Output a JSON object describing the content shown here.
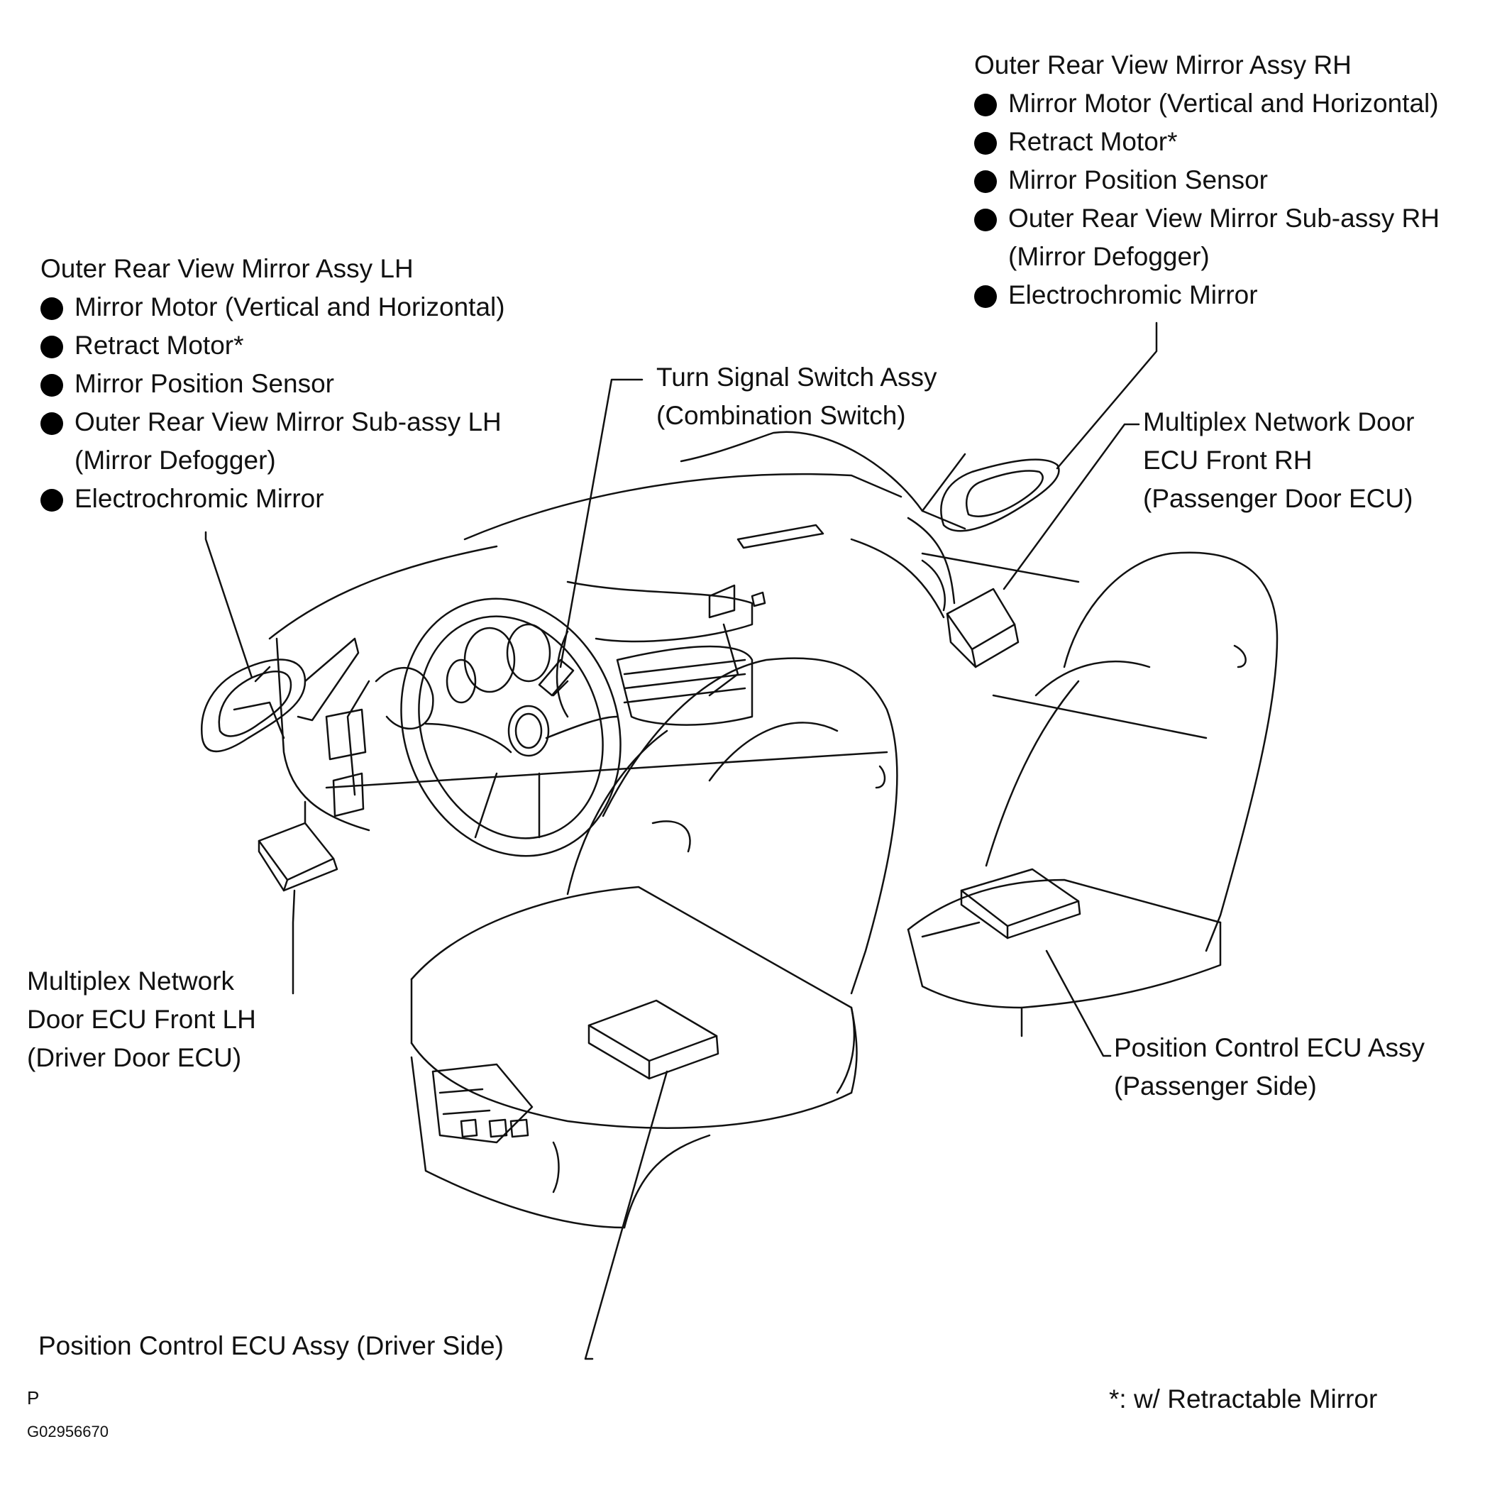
{
  "lh_mirror": {
    "title": "Outer Rear View Mirror Assy LH",
    "items": [
      {
        "text": "Mirror Motor (Vertical and Horizontal)"
      },
      {
        "text": "Retract Motor*"
      },
      {
        "text": "Mirror Position Sensor"
      },
      {
        "text": "Outer Rear View Mirror Sub-assy LH",
        "cont": "(Mirror Defogger)"
      },
      {
        "text": "Electrochromic Mirror"
      }
    ]
  },
  "rh_mirror": {
    "title": "Outer Rear View Mirror Assy RH",
    "items": [
      {
        "text": "Mirror Motor (Vertical and Horizontal)"
      },
      {
        "text": "Retract Motor*"
      },
      {
        "text": "Mirror Position Sensor"
      },
      {
        "text": "Outer Rear View Mirror Sub-assy RH",
        "cont": "(Mirror Defogger)"
      },
      {
        "text": "Electrochromic Mirror"
      }
    ]
  },
  "turn_signal": {
    "line1": "Turn Signal Switch Assy",
    "line2": "(Combination Switch)"
  },
  "door_ecu_rh": {
    "line1": "Multiplex Network Door",
    "line2": "ECU Front RH",
    "line3": "(Passenger Door ECU)"
  },
  "door_ecu_lh": {
    "line1": "Multiplex  Network",
    "line2": "Door ECU Front LH",
    "line3": "(Driver Door ECU)"
  },
  "pos_ecu_passenger": {
    "line1": "Position Control ECU Assy",
    "line2": "(Passenger Side)"
  },
  "pos_ecu_driver": {
    "line1": "Position Control ECU Assy (Driver Side)"
  },
  "footnote": "*: w/ Retractable Mirror",
  "corner_mark": "P",
  "figure_id": "G02956670"
}
